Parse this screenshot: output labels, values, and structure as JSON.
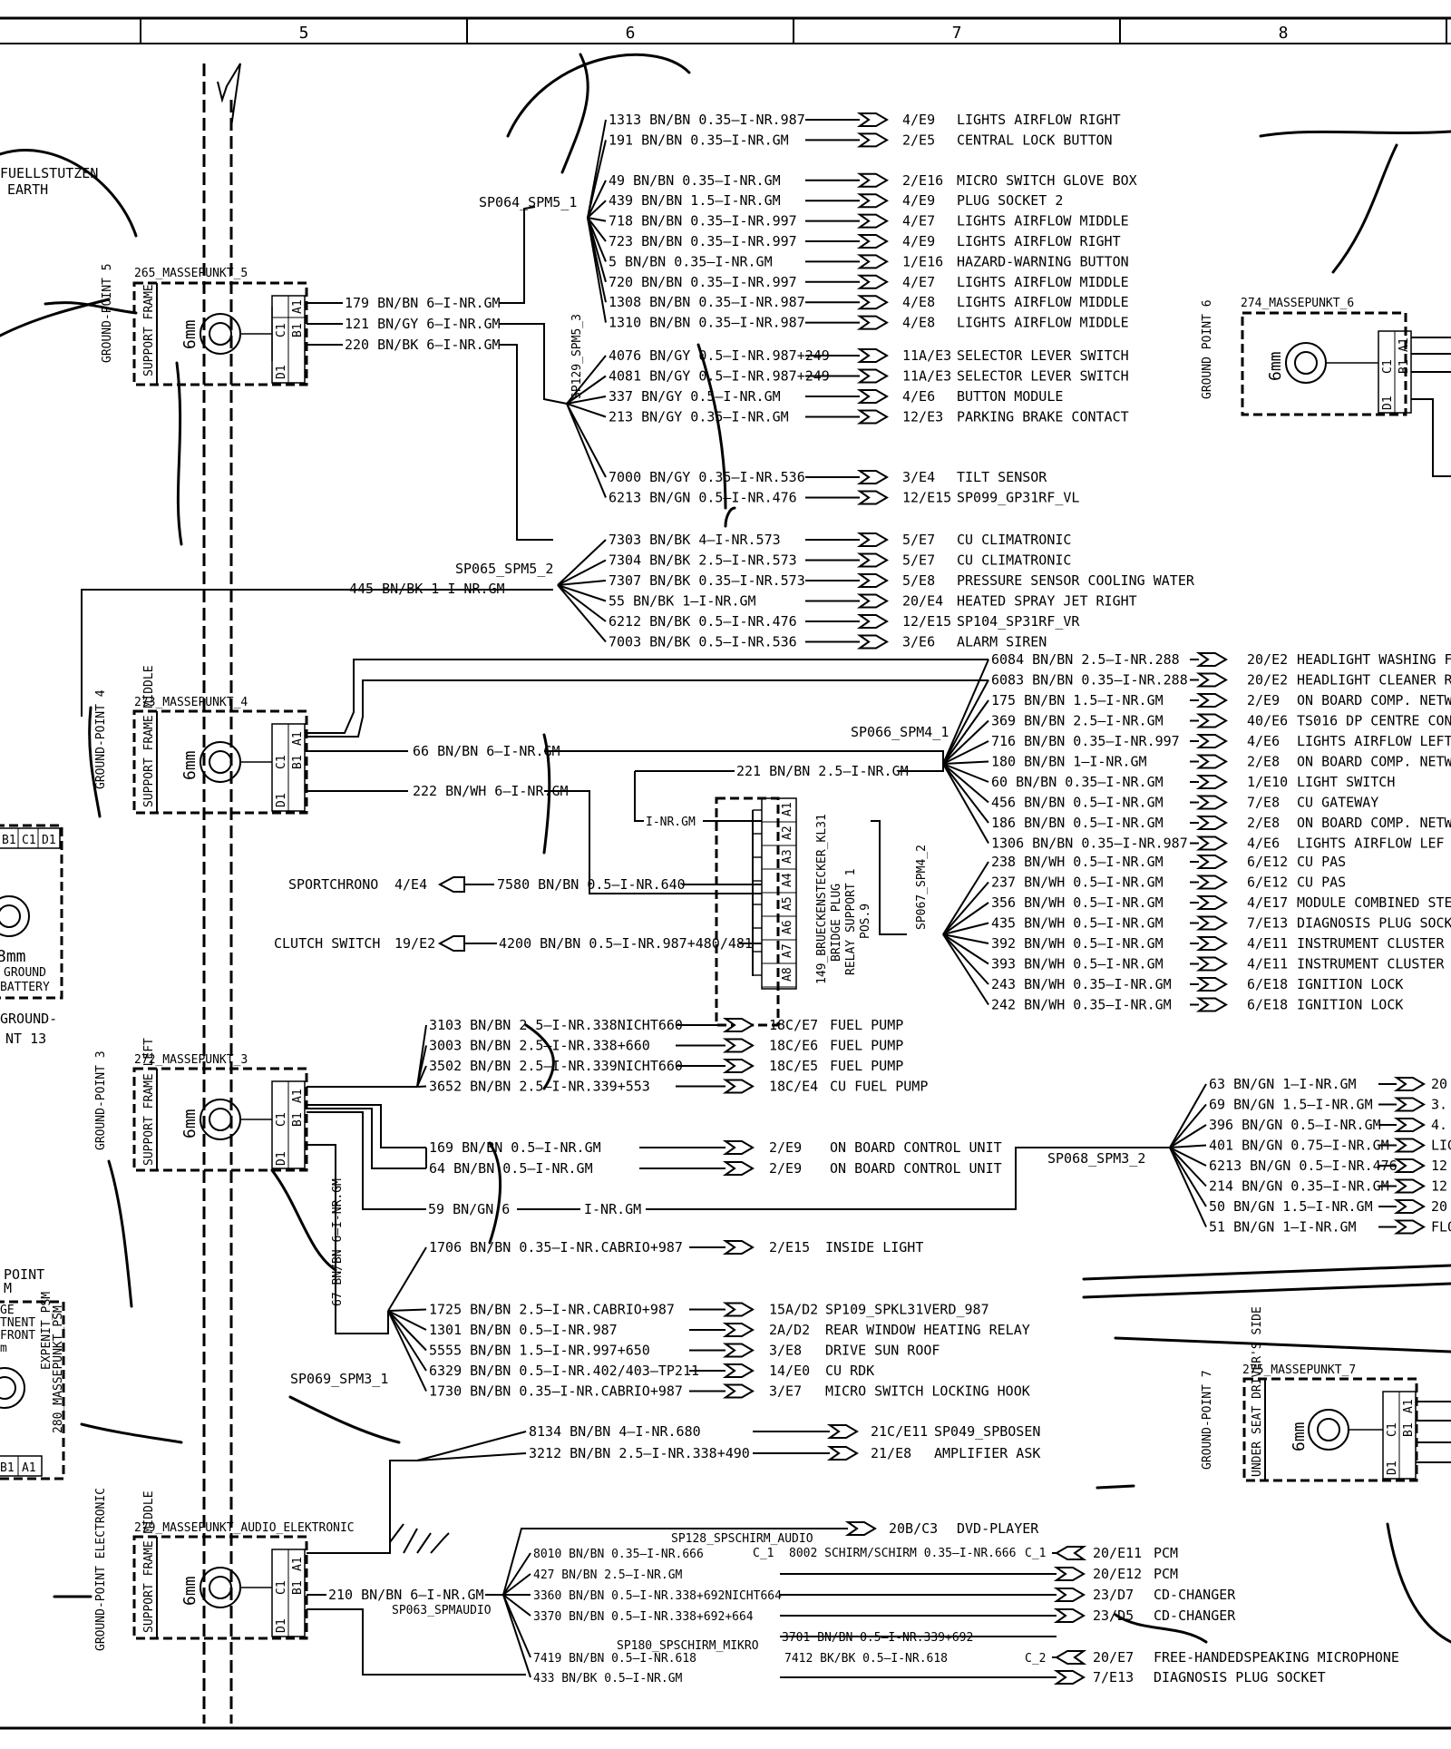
{
  "columns": [
    "5",
    "6",
    "7",
    "8"
  ],
  "left_texts": [
    "FUELLSTUTZEN",
    "EARTH"
  ],
  "ground_points": {
    "gp5": {
      "label": "265_MASSEPUNKT_5",
      "frame": "SUPPORT FRAME",
      "side": "GROUND-POINT 5",
      "size": "6mm"
    },
    "gp4": {
      "label": "273_MASSEPUNKT_4",
      "frame": "SUPPORT FRAME MIDDLE",
      "side": "GROUND-POINT 4",
      "size": "6mm"
    },
    "gp3": {
      "label": "272_MASSEPUNKT_3",
      "frame": "SUPPORT FRAME LEFT",
      "side": "GROUND-POINT 3",
      "size": "6mm"
    },
    "gpa": {
      "label": "279_MASSEPUNKT_AUDIO_ELEKTRONIC",
      "frame": "SUPPORT FRAME MIDDLE",
      "side": "GROUND-POINT ELECTRONIC",
      "size": "6mm"
    },
    "gp6": {
      "label": "274_MASSEPUNKT_6",
      "side": "GROUND POINT 6",
      "size": "6mm"
    },
    "gp7": {
      "label": "275_MASSEPUNKT_7",
      "frame": "UNDER SEAT DRIVER'S SIDE",
      "side": "GROUND-POINT 7",
      "size": "6mm"
    }
  },
  "pins": [
    "A1",
    "B1",
    "C1",
    "D1"
  ],
  "battery_gp": {
    "size": "8mm",
    "lines": [
      "GROUND",
      "BATTERY"
    ],
    "label": "GROUND-",
    "label2": "NT 13"
  },
  "left_bottom": {
    "l1": "POINT",
    "l2": "M",
    "l3": "GE",
    "l4": "TNENT",
    "l5": "FRONT",
    "l6": "m",
    "vert": "280_MASSEPUNKT_PSM",
    "vert2": "EXPENIT_PSM"
  },
  "splices": [
    "SP064_SPM5_1",
    "SP129_SPM5_3",
    "SP065_SPM5_2",
    "SP066_SPM4_1",
    "SP067_SPM4_2",
    "SP068_SPM3_2",
    "SP069_SPM3_1",
    "SP063_SPMAUDIO",
    "SP128_SPSCHIRM_AUDIO",
    "SP180_SPSCHIRM_MIKRO"
  ],
  "trunk_wires": [
    "179 BN/BN 6—I-NR.GM",
    "121 BN/GY 6—I-NR.GM",
    "220 BN/BK 6—I-NR.GM",
    "445 BN/BK 1—I-NR.GM",
    "66 BN/BN 6—I-NR.GM",
    "222 BN/WH 6—I-NR.GM",
    "221 BN/BN 2.5—I-NR.GM",
    "I-NR.GM",
    "169 BN/BN 0.5",
    "64 BN/BN 0.5",
    "59 BN/GN 6",
    "I-NR.GM",
    "67 BN/BN 6—I-NR.GM",
    "210 BN/BN 6—I-NR.GM"
  ],
  "group1": {
    "wires": [
      {
        "w": "1313 BN/BN 0.35—I-NR.987",
        "c": "4/E9",
        "d": "LIGHTS AIRFLOW RIGHT"
      },
      {
        "w": "191 BN/BN 0.35—I-NR.GM",
        "c": "2/E5",
        "d": "CENTRAL LOCK BUTTON"
      },
      {
        "w": "49 BN/BN 0.35—I-NR.GM",
        "c": "2/E16",
        "d": "MICRO SWITCH GLOVE BOX"
      },
      {
        "w": "439 BN/BN 1.5—I-NR.GM",
        "c": "4/E9",
        "d": "PLUG SOCKET 2"
      },
      {
        "w": "718 BN/BN 0.35—I-NR.997",
        "c": "4/E7",
        "d": "LIGHTS AIRFLOW MIDDLE"
      },
      {
        "w": "723 BN/BN 0.35—I-NR.997",
        "c": "4/E9",
        "d": "LIGHTS AIRFLOW RIGHT"
      },
      {
        "w": "5 BN/BN 0.35—I-NR.GM",
        "c": "1/E16",
        "d": "HAZARD-WARNING BUTTON"
      },
      {
        "w": "720 BN/BN 0.35—I-NR.997",
        "c": "4/E7",
        "d": "LIGHTS AIRFLOW MIDDLE"
      },
      {
        "w": "1308 BN/BN 0.35—I-NR.987",
        "c": "4/E8",
        "d": "LIGHTS AIRFLOW MIDDLE"
      },
      {
        "w": "1310 BN/BN 0.35—I-NR.987",
        "c": "4/E8",
        "d": "LIGHTS AIRFLOW MIDDLE"
      }
    ]
  },
  "group2": {
    "wires": [
      {
        "w": "4076 BN/GY 0.5—I-NR.987+249",
        "c": "11A/E3",
        "d": "SELECTOR LEVER SWITCH"
      },
      {
        "w": "4081 BN/GY 0.5—I-NR.987+249",
        "c": "11A/E3",
        "d": "SELECTOR LEVER SWITCH"
      },
      {
        "w": "337 BN/GY 0.5—I-NR.GM",
        "c": "4/E6",
        "d": "BUTTON MODULE"
      },
      {
        "w": "213 BN/GY 0.35—I-NR.GM",
        "c": "12/E3",
        "d": "PARKING BRAKE CONTACT"
      },
      {
        "w": "7000 BN/GY 0.35—I-NR.536",
        "c": "3/E4",
        "d": "TILT SENSOR"
      },
      {
        "w": "6213 BN/GN 0.5—I-NR.476",
        "c": "12/E15",
        "d": "SP099_GP31RF_VL"
      }
    ]
  },
  "group3": {
    "wires": [
      {
        "w": "7303 BN/BK 4—I-NR.573",
        "c": "5/E7",
        "d": "CU CLIMATRONIC"
      },
      {
        "w": "7304 BN/BK 2.5—I-NR.573",
        "c": "5/E7",
        "d": "CU CLIMATRONIC"
      },
      {
        "w": "7307 BN/BK 0.35—I-NR.573",
        "c": "5/E8",
        "d": "PRESSURE SENSOR COOLING WATER"
      },
      {
        "w": "55 BN/BK 1—I-NR.GM",
        "c": "20/E4",
        "d": "HEATED SPRAY JET RIGHT"
      },
      {
        "w": "6212 BN/BK 0.5—I-NR.476",
        "c": "12/E15",
        "d": "SP104_SP31RF_VR"
      },
      {
        "w": "7003 BN/BK 0.5—I-NR.536",
        "c": "3/E6",
        "d": "ALARM SIREN"
      }
    ]
  },
  "group4": {
    "wires": [
      {
        "w": "6084 BN/BN 2.5—I-NR.288",
        "c": "20/E2",
        "d": "HEADLIGHT WASHING F"
      },
      {
        "w": "6083 BN/BN 0.35—I-NR.288",
        "c": "20/E2",
        "d": "HEADLIGHT CLEANER RE"
      },
      {
        "w": "175 BN/BN 1.5—I-NR.GM",
        "c": "2/E9",
        "d": "ON BOARD COMP. NETWO"
      },
      {
        "w": "369 BN/BN 2.5—I-NR.GM",
        "c": "40/E6",
        "d": "TS016 DP CENTRE CON"
      },
      {
        "w": "716 BN/BN 0.35—I-NR.997",
        "c": "4/E6",
        "d": "LIGHTS AIRFLOW LEFT"
      },
      {
        "w": "180 BN/BN 1—I-NR.GM",
        "c": "2/E8",
        "d": "ON BOARD COMP. NETWO"
      },
      {
        "w": "60 BN/BN 0.35—I-NR.GM",
        "c": "1/E10",
        "d": "LIGHT SWITCH"
      },
      {
        "w": "456 BN/BN 0.5—I-NR.GM",
        "c": "7/E8",
        "d": "CU GATEWAY"
      },
      {
        "w": "186 BN/BN 0.5—I-NR.GM",
        "c": "2/E8",
        "d": "ON BOARD COMP. NETWO"
      },
      {
        "w": "1306 BN/BN 0.35—I-NR.987",
        "c": "4/E6",
        "d": "LIGHTS AIRFLOW LEF"
      }
    ]
  },
  "group5": {
    "wires": [
      {
        "w": "238 BN/WH 0.5—I-NR.GM",
        "c": "6/E12",
        "d": "CU PAS"
      },
      {
        "w": "237 BN/WH 0.5—I-NR.GM",
        "c": "6/E12",
        "d": "CU PAS"
      },
      {
        "w": "356 BN/WH 0.5—I-NR.GM",
        "c": "4/E17",
        "d": "MODULE COMBINED STE"
      },
      {
        "w": "435 BN/WH 0.5—I-NR.GM",
        "c": "7/E13",
        "d": "DIAGNOSIS PLUG SOCKE"
      },
      {
        "w": "392 BN/WH 0.5—I-NR.GM",
        "c": "4/E11",
        "d": "INSTRUMENT CLUSTER"
      },
      {
        "w": "393 BN/WH 0.5—I-NR.GM",
        "c": "4/E11",
        "d": "INSTRUMENT CLUSTER"
      },
      {
        "w": "243 BN/WH 0.35—I-NR.GM",
        "c": "6/E18",
        "d": "IGNITION LOCK"
      },
      {
        "w": "242 BN/WH 0.35—I-NR.GM",
        "c": "6/E18",
        "d": "IGNITION LOCK"
      }
    ]
  },
  "relay": {
    "name": "149_BRUECKENSTECKER_KL31",
    "sub1": "BRIDGE PLUG",
    "sub2": "RELAY SUPPORT 1",
    "sub3": "POS.9",
    "pins": [
      "A1",
      "A2",
      "A3",
      "A4",
      "A5",
      "A6",
      "A7",
      "A8"
    ]
  },
  "left_refs": [
    {
      "d": "SPORTCHRONO",
      "c": "4/E4",
      "w": "7580 BN/BN 0.5—I-NR.640"
    },
    {
      "d": "CLUTCH SWITCH",
      "c": "19/E2",
      "w": "4200 BN/BN 0.5—I-NR.987+480/481"
    }
  ],
  "group6": {
    "wires": [
      {
        "w": "3103 BN/BN 2.5—I-NR.338NICHT660",
        "c": "18C/E7",
        "d": "FUEL PUMP"
      },
      {
        "w": "3003 BN/BN 2.5—I-NR.338+660",
        "c": "18C/E6",
        "d": "FUEL PUMP"
      },
      {
        "w": "3502 BN/BN 2.5—I-NR.339NICHT660",
        "c": "18C/E5",
        "d": "FUEL PUMP"
      },
      {
        "w": "3652 BN/BN 2.5—I-NR.339+553",
        "c": "18C/E4",
        "d": "CU FUEL PUMP"
      }
    ]
  },
  "group7": {
    "wires": [
      {
        "w": "169 BN/BN 0.5—I-NR.GM",
        "c": "2/E9",
        "d": "ON BOARD CONTROL UNIT"
      },
      {
        "w": "64 BN/BN 0.5—I-NR.GM",
        "c": "2/E9",
        "d": "ON BOARD CONTROL UNIT"
      }
    ]
  },
  "group8": {
    "wires": [
      {
        "w": "63 BN/GN 1—I-NR.GM",
        "c": "20"
      },
      {
        "w": "69 BN/GN 1.5—I-NR.GM",
        "c": "3."
      },
      {
        "w": "396 BN/GN 0.5—I-NR.GM",
        "c": "4."
      },
      {
        "w": "401 BN/GN 0.75—I-NR.GM",
        "c": "LIGHT"
      },
      {
        "w": "6213 BN/GN 0.5—I-NR.476",
        "c": "12"
      },
      {
        "w": "214 BN/GN 0.35—I-NR.GM",
        "c": "12"
      },
      {
        "w": "50 BN/GN 1.5—I-NR.GM",
        "c": "20"
      },
      {
        "w": "51 BN/GN 1—I-NR.GM",
        "c": "FLOB"
      }
    ]
  },
  "group9": {
    "wires": [
      {
        "w": "1706 BN/BN 0.35—I-NR.CABRIO+987",
        "c": "2/E15",
        "d": "INSIDE LIGHT"
      },
      {
        "w": "1725 BN/BN 2.5—I-NR.CABRIO+987",
        "c": "15A/D2",
        "d": "SP109_SPKL31VERD_987"
      },
      {
        "w": "1301 BN/BN 0.5—I-NR.987",
        "c": "2A/D2",
        "d": "REAR WINDOW HEATING RELAY"
      },
      {
        "w": "5555 BN/BN 1.5—I-NR.997+650",
        "c": "3/E8",
        "d": "DRIVE SUN ROOF"
      },
      {
        "w": "6329 BN/BN 0.5—I-NR.402/403—TP211",
        "c": "14/E0",
        "d": "CU RDK"
      },
      {
        "w": "1730 BN/BN 0.35—I-NR.CABRIO+987",
        "c": "3/E7",
        "d": "MICRO SWITCH LOCKING HOOK"
      }
    ]
  },
  "group10": {
    "wires": [
      {
        "w": "8134 BN/BN 4—I-NR.680",
        "c": "21C/E11",
        "d": "SP049_SPBOSEN"
      },
      {
        "w": "3212 BN/BN 2.5—I-NR.338+490",
        "c": "21/E8",
        "d": "AMPLIFIER ASK"
      }
    ]
  },
  "audio": {
    "dvd": {
      "c": "20B/C3",
      "d": "DVD-PLAYER"
    },
    "wires": [
      {
        "w": "8010 BN/BN 0.35—I-NR.666",
        "c": "20/E11",
        "d": "PCM"
      },
      {
        "w": "427 BN/BN 2.5—I-NR.GM",
        "c": "20/E12",
        "d": "PCM"
      },
      {
        "w": "3360 BN/BN 0.5—I-NR.338+692NICHT664",
        "c": "23/D7",
        "d": "CD-CHANGER"
      },
      {
        "w": "3370 BN/BN 0.5—I-NR.338+692+664",
        "c": "23/D5",
        "d": "CD-CHANGER"
      },
      {
        "w": "7419 BN/BN 0.5—I-NR.618",
        "c": "20/E7",
        "d": "FREE-HANDEDSPEAKING MICROPHONE"
      },
      {
        "w": "433 BN/BK 0.5—I-NR.GM",
        "c": "7/E13",
        "d": "DIAGNOSIS PLUG SOCKET"
      }
    ],
    "shield1": "8002 SCHIRM/SCHIRM 0.35—I-NR.666",
    "shield1_tag": "C_1",
    "shield2": "3701 BN/BN 0.5—I-NR.339+692",
    "shield3": "7412 BK/BK 0.5—I-NR.618",
    "shield3_tag": "C_2"
  }
}
